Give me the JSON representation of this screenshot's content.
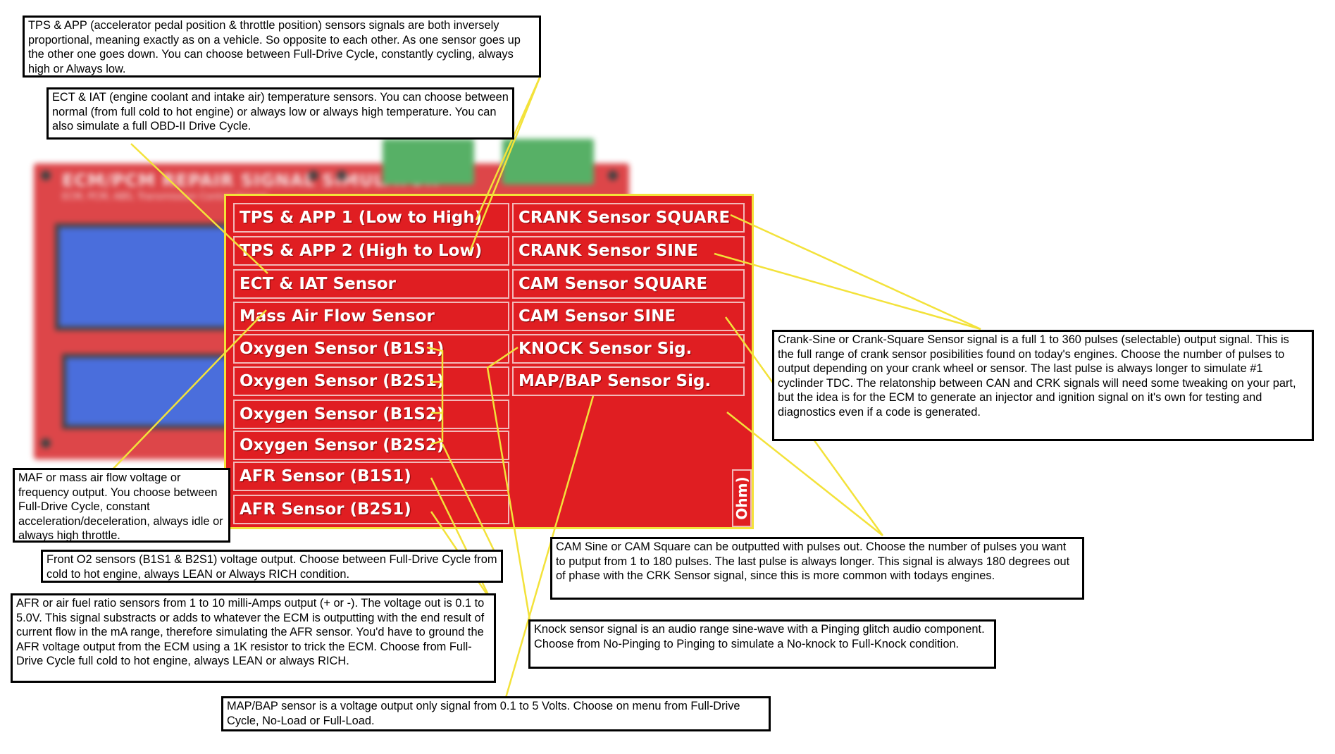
{
  "device": {
    "title": "ECM/PCM REPAIR SIGNAL SIMULATOR",
    "subtitle": "ECM, PCM, ABS, Transmission Control Signals"
  },
  "panel": {
    "left_buttons": [
      "TPS & APP 1 (Low to High)",
      "TPS & APP 2 (High to Low)",
      "ECT & IAT Sensor",
      "Mass Air Flow Sensor",
      "Oxygen Sensor (B1S1)",
      "Oxygen Sensor (B2S1)",
      "Oxygen Sensor (B1S2)",
      "Oxygen Sensor (B2S2)",
      "AFR Sensor (B1S1)",
      "AFR Sensor (B2S1)"
    ],
    "right_buttons": [
      "CRANK Sensor SQUARE",
      "CRANK Sensor SINE",
      "CAM Sensor SQUARE",
      "CAM Sensor SINE",
      "KNOCK Sensor Sig.",
      "MAP/BAP Sensor Sig."
    ],
    "ohm_label": "Ohm)"
  },
  "notes": {
    "tps": "TPS & APP (accelerator pedal position & throttle position) sensors signals are both inversely proportional, meaning exactly as on a vehicle. So opposite to each other. As one sensor goes up the other one goes down. You can choose between Full-Drive Cycle, constantly cycling, always high or Always low.",
    "ect": "ECT & IAT (engine coolant and intake air) temperature sensors. You can choose between normal (from full cold to hot engine) or always low or always high temperature. You can also simulate a full OBD-II Drive Cycle.",
    "maf": "MAF or mass air flow voltage or frequency output. You choose between Full-Drive Cycle, constant acceleration/deceleration, always idle or always high throttle.",
    "o2": "Front O2 sensors (B1S1 & B2S1) voltage output. Choose between Full-Drive Cycle from cold to hot engine, always LEAN or Always RICH condition.",
    "afr": "AFR or air fuel ratio sensors from 1 to 10 milli-Amps output (+ or -). The voltage out is 0.1 to 5.0V. This signal substracts or adds to whatever the ECM is outputting with the end result of current flow in the mA range, therefore simulating the AFR sensor. You'd have to ground the AFR voltage output from the ECM using a 1K resistor to trick the ECM. Choose from Full-Drive Cycle full cold to hot engine, always LEAN or always RICH.",
    "map": "MAP/BAP sensor is a voltage output only signal from 0.1 to 5 Volts. Choose on menu from Full-Drive Cycle, No-Load or Full-Load.",
    "knock": "Knock sensor signal is an audio range sine-wave with a Pinging glitch audio component. Choose from No-Pinging to Pinging to simulate a No-knock to Full-Knock condition.",
    "cam": "CAM Sine or CAM Square can be outputted with pulses out. Choose the number of pulses you want to putput from 1 to 180 pulses. The last pulse is always longer. This signal is always 180 degrees out of phase with the CRK Sensor signal, since this is more common with todays engines.",
    "crank": "Crank-Sine or Crank-Square Sensor signal is a full 1 to 360 pulses (selectable) output signal. This is the full range of crank sensor posibilities found on today's engines. Choose the number of pulses to output depending on your crank wheel or sensor. The last pulse is always longer to simulate #1 cyclinder TDC. The relatonship between CAN and CRK signals will need some tweaking on your part, but the idea is for the ECM to generate an injector and ignition signal on it's own for testing and diagnostics even if a code is generated."
  },
  "colors": {
    "panel_red": "#e01e22",
    "leader_yellow": "#f3e23a",
    "lcd_blue": "#2b55d6",
    "terminal_green": "#3aa34c"
  }
}
